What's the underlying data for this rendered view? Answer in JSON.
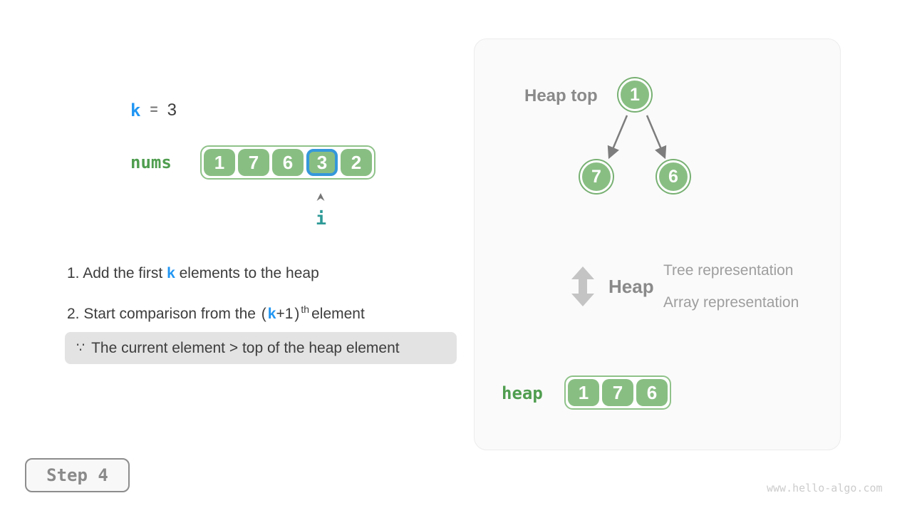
{
  "colors": {
    "green_fill": "#89be83",
    "green_border": "#8fc289",
    "green_label": "#4f9d4f",
    "blue_accent": "#2196f3",
    "blue_highlight_border": "#3598db",
    "teal_pointer": "#2e9a97",
    "text_dark": "#3d3d3d",
    "gray_label": "#8a8a8a",
    "gray_light": "#9e9e9e",
    "note_background": "#e3e3e3",
    "panel_background": "#fafafa"
  },
  "left": {
    "equation": {
      "k": "k",
      "equals": "=",
      "value": "3"
    },
    "nums": {
      "label": "nums",
      "values": [
        "1",
        "7",
        "6",
        "3",
        "2"
      ],
      "highlighted_index": 3,
      "pointer_label": "i"
    },
    "instructions": {
      "line1": {
        "pre": "1. Add the first ",
        "k": "k",
        "post": " elements to the heap"
      },
      "line2": {
        "pre": "2. Start comparison from the ",
        "paren_open": "(",
        "k": "k",
        "mid": "+1",
        "paren_close": ")",
        "sup": "th",
        "post": "element"
      }
    },
    "note": {
      "symbol": "∵",
      "text": "The current element > top of the heap element"
    }
  },
  "panel": {
    "heap_top_label": "Heap top",
    "tree": {
      "nodes": [
        "1",
        "7",
        "6"
      ]
    },
    "legend": {
      "heap_label": "Heap",
      "tree_representation": "Tree representation",
      "array_representation": "Array representation"
    },
    "heap_array": {
      "label": "heap",
      "values": [
        "1",
        "7",
        "6"
      ]
    }
  },
  "footer": {
    "step_label": "Step 4",
    "watermark": "www.hello-algo.com"
  }
}
